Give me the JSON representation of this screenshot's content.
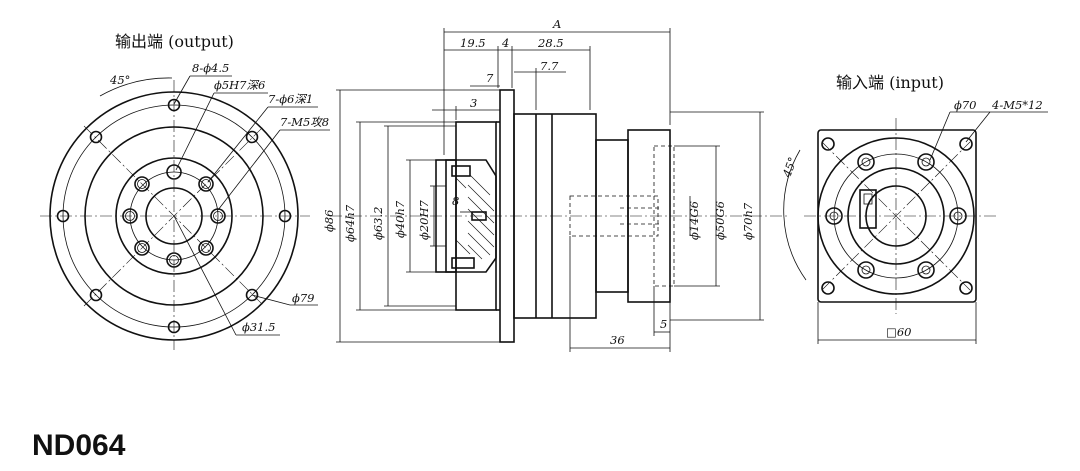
{
  "views": {
    "output_title": "输出端 (output)",
    "input_title": "输入端 (input)"
  },
  "model": "ND064",
  "output_dims": {
    "angle": "45°",
    "holes_4_5": "8-ϕ4.5",
    "pin_hole": "ϕ5H7深6",
    "holes_6": "7-ϕ6深1",
    "thread": "7-M5攻8",
    "pcd79": "ϕ79",
    "pcd31": "ϕ31.5"
  },
  "side_dims": {
    "overall": "A",
    "d19_5": "19.5",
    "d4": "4",
    "d28_5": "28.5",
    "d7": "7",
    "d7_7": "7.7",
    "d3": "3",
    "d8": "8",
    "dia86": "ϕ86",
    "dia64": "ϕ64h7",
    "dia63": "ϕ63.2",
    "dia40": "ϕ40h7",
    "dia20": "ϕ20H7",
    "dia14": "ϕ14G6",
    "dia50": "ϕ50G6",
    "dia70": "ϕ70h7",
    "d36": "36",
    "d5": "5"
  },
  "input_dims": {
    "dia70": "ϕ70",
    "thread": "4-M5*12",
    "angle": "45°",
    "square": "□60"
  }
}
